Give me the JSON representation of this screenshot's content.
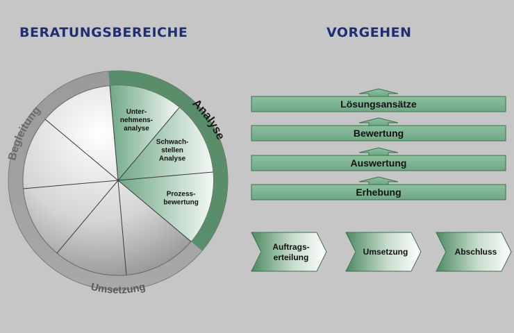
{
  "headings": {
    "left": "BERATUNGSBEREICHE",
    "right": "VORGEHEN"
  },
  "wheel": {
    "segments": [
      {
        "lines": [
          "Unter-",
          "nehmens-",
          "analyse"
        ],
        "highlight": true
      },
      {
        "lines": [
          "Schwach-",
          "stellen",
          "Analyse"
        ],
        "highlight": true
      },
      {
        "lines": [
          "Prozess-",
          "bewertung"
        ],
        "highlight": true
      },
      {
        "lines": [],
        "highlight": false
      },
      {
        "lines": [],
        "highlight": false
      },
      {
        "lines": [],
        "highlight": false
      },
      {
        "lines": [],
        "highlight": false
      },
      {
        "lines": [],
        "highlight": false
      }
    ],
    "ring_labels": {
      "analyse": "Analyse",
      "umsetzung": "Umsetzung",
      "begleitung": "Begleitung"
    }
  },
  "steps": [
    "Lösungsansätze",
    "Bewertung",
    "Auswertung",
    "Erhebung"
  ],
  "chevrons": [
    {
      "lines": [
        "Auftrags-",
        "erteilung"
      ]
    },
    {
      "lines": [
        "Umsetzung"
      ]
    },
    {
      "lines": [
        "Abschluss"
      ]
    }
  ],
  "colors": {
    "green": "#7fb391",
    "green_dark": "#4d8a60",
    "navy": "#1f2f72",
    "ring_gray": "#8e8e8e"
  }
}
